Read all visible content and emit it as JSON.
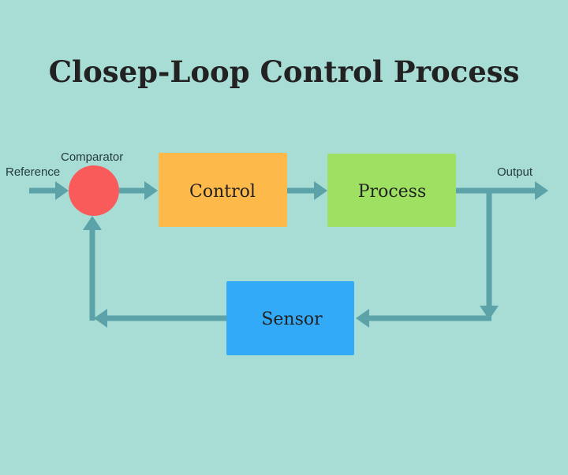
{
  "title": "Closep-Loop Control Process",
  "labels": {
    "reference": "Reference",
    "comparator": "Comparator",
    "output": "Output"
  },
  "blocks": {
    "control": "Control",
    "process": "Process",
    "sensor": "Sensor"
  },
  "colors": {
    "background": "#a8ddd6",
    "comparator": "#f95a5a",
    "control": "#fdb94a",
    "process": "#9de062",
    "sensor": "#33aaf8",
    "arrow": "#5ba3a8"
  }
}
